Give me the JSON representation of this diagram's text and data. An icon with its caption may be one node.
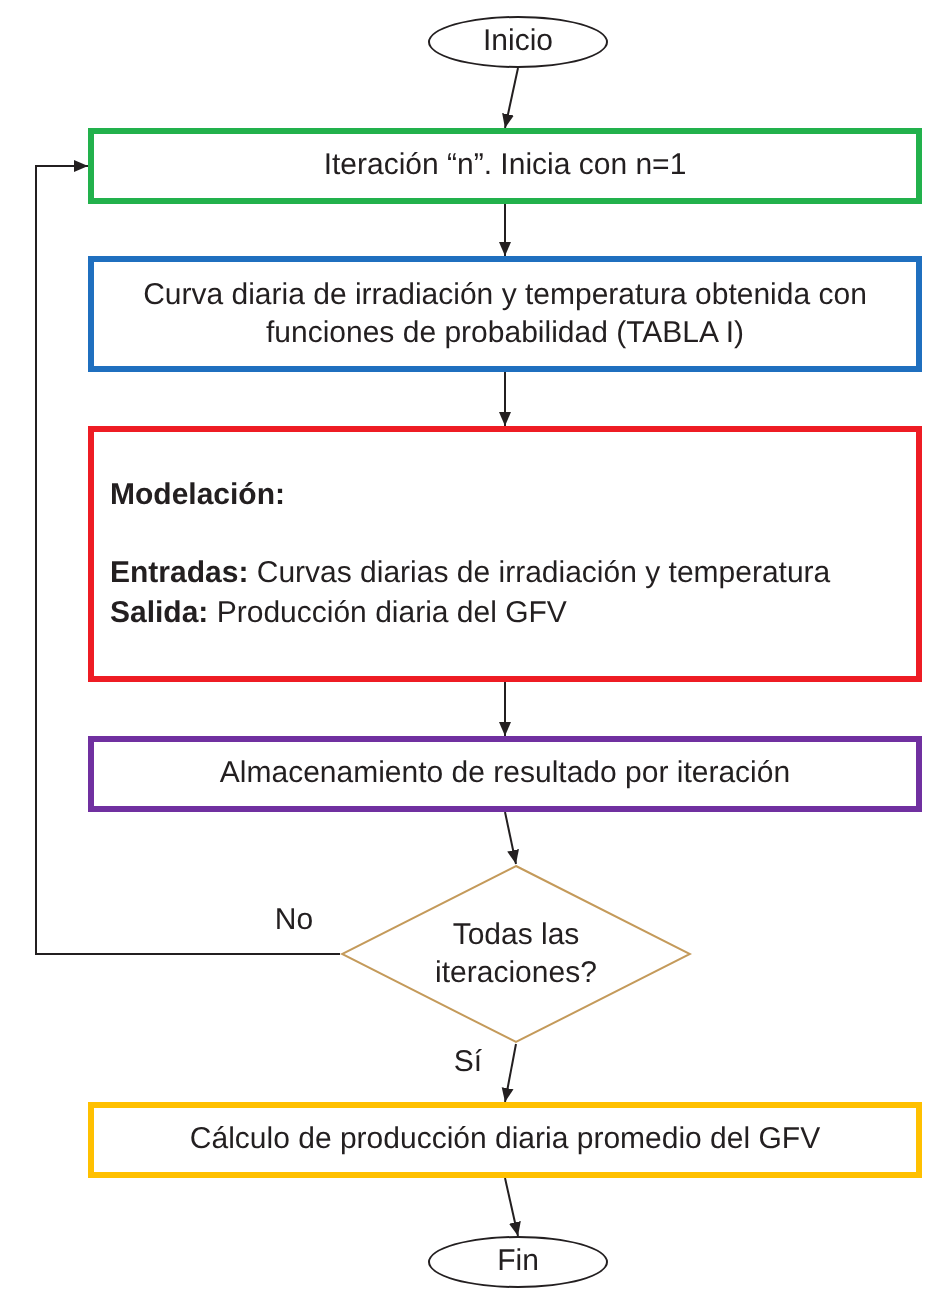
{
  "diagram": {
    "nodes": [
      {
        "text": [
          "Inicio"
        ]
      },
      {
        "text": [
          "Iteración “n”. Inicia con n=1"
        ]
      },
      {
        "text": [
          "Curva diaria de irradiación y temperatura obtenida con funciones de probabilidad (TABLA I)"
        ]
      },
      {
        "text": [
          "Modelación:",
          "**Entradas:** Curvas diarias de irradiación y temperatura",
          "**Salida:** Producción diaria del GFV"
        ]
      },
      {
        "text": [
          "Almacenamiento de resultado por iteración"
        ]
      },
      {
        "text": [
          "Todas las iteraciones?"
        ]
      },
      {
        "text": [
          "Cálculo de producción diaria promedio del GFV"
        ]
      },
      {
        "text": [
          "Fin"
        ]
      }
    ],
    "edges": [
      {
        "from": 0,
        "to": 1,
        "arrow": "to"
      },
      {
        "from": 1,
        "to": 2,
        "arrow": "to"
      },
      {
        "from": 2,
        "to": 3,
        "arrow": "to"
      },
      {
        "from": 3,
        "to": 4,
        "arrow": "to"
      },
      {
        "from": 4,
        "to": 5,
        "arrow": "to"
      },
      {
        "from": 5,
        "to": 1,
        "arrow": "to",
        "label": "No"
      },
      {
        "from": 5,
        "to": 6,
        "arrow": "to",
        "label": "Sí"
      },
      {
        "from": 6,
        "to": 7,
        "arrow": "to"
      }
    ]
  }
}
